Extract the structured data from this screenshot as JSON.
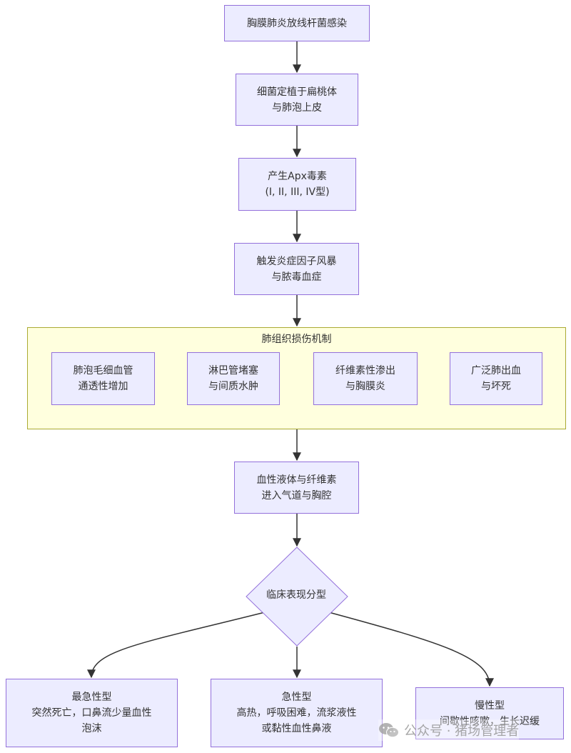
{
  "nodes": {
    "n1": {
      "lines": [
        "胸膜肺炎放线杆菌感染"
      ]
    },
    "n2": {
      "lines": [
        "细菌定植于扁桃体",
        "与肺泡上皮"
      ]
    },
    "n3": {
      "lines": [
        "产生Apx毒素",
        "(I, II, III, IV型)"
      ]
    },
    "n4": {
      "lines": [
        "触发炎症因子风暴",
        "与脓毒血症"
      ]
    },
    "n5": {
      "lines": [
        "血性液体与纤维素",
        "进入气道与胸腔"
      ]
    },
    "decision": {
      "label": "临床表现分型"
    },
    "out1": {
      "lines": [
        "最急性型",
        "突然死亡，口鼻流少量血性",
        "泡沫"
      ]
    },
    "out2": {
      "lines": [
        "急性型",
        "高热，呼吸困难，流浆液性",
        "或黏性血性鼻液"
      ]
    },
    "out3": {
      "lines": [
        "慢性型",
        "间歇性咳嗽，生长迟缓"
      ]
    }
  },
  "group": {
    "title": "肺组织损伤机制",
    "items": [
      {
        "lines": [
          "肺泡毛细血管",
          "通透性增加"
        ]
      },
      {
        "lines": [
          "淋巴管堵塞",
          "与间质水肿"
        ]
      },
      {
        "lines": [
          "纤维素性渗出",
          "与胸膜炎"
        ]
      },
      {
        "lines": [
          "广泛肺出血",
          "与坏死"
        ]
      }
    ]
  },
  "watermark": {
    "text": "公众号 · 猪场管理者",
    "icon": "wechat-icon"
  },
  "colors": {
    "node_fill": "#ECECFF",
    "node_border": "#9370DB",
    "group_fill": "#FFFFDE",
    "group_border": "#AAAA33",
    "edge": "#333333"
  }
}
